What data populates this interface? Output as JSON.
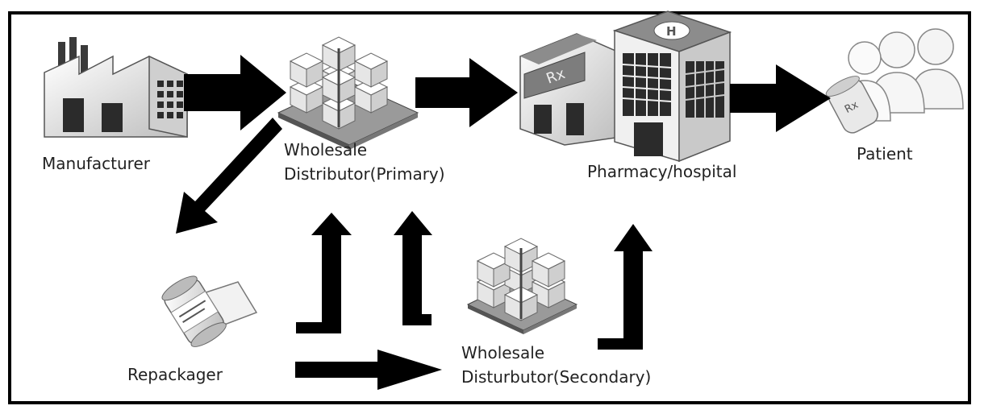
{
  "nodes": {
    "manufacturer": "Manufacturer",
    "wholesale_primary_l1": "Wholesale",
    "wholesale_primary_l2": "Distributor(Primary)",
    "pharmacy_hospital": "Pharmacy/hospital",
    "patient": "Patient",
    "repackager": "Repackager",
    "wholesale_secondary_l1": "Wholesale",
    "wholesale_secondary_l2": "Disturbutor(Secondary)"
  },
  "icons": {
    "manufacturer": "factory-icon",
    "wholesale_primary": "pallet-boxes-icon",
    "pharmacy": "pharmacy-building-icon",
    "hospital": "hospital-building-icon",
    "patient": "patients-pills-icon",
    "repackager": "repackaged-pill-bottle-icon",
    "wholesale_secondary": "pallet-boxes-icon"
  },
  "hospital_sign": "H",
  "pharmacy_sign": "Rx",
  "patient_sign": "Rx",
  "colors": {
    "arrow": "#000000",
    "icon_fill": "#f2f2f2",
    "icon_shade": "#c8c8c8",
    "icon_stroke": "#555555"
  }
}
